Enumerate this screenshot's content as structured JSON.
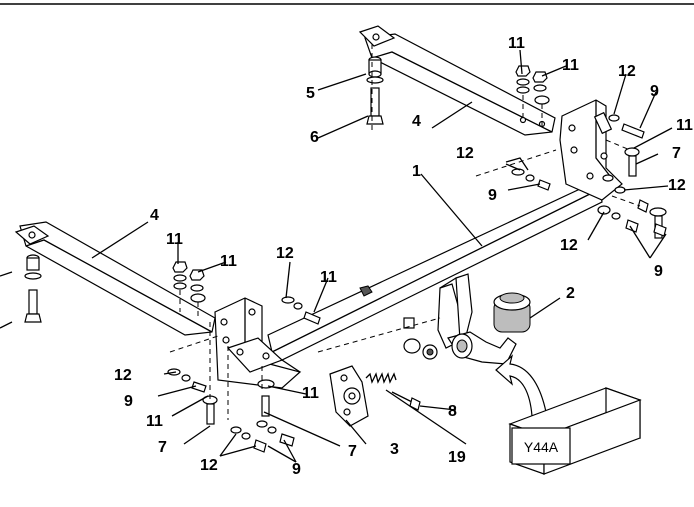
{
  "callouts": {
    "c1": "1",
    "c2": "2",
    "c3": "3",
    "c4a": "4",
    "c4b": "4",
    "c5": "5",
    "c6": "6",
    "c7a": "7",
    "c7b": "7",
    "c7c": "7",
    "c8": "8",
    "c9a": "9",
    "c9b": "9",
    "c9c": "9",
    "c9d": "9",
    "c9e": "9",
    "c11a": "11",
    "c11b": "11",
    "c11c": "11",
    "c11d": "11",
    "c11e": "11",
    "c11f": "11",
    "c11g": "11",
    "c11h": "11",
    "c12a": "12",
    "c12b": "12",
    "c12c": "12",
    "c12d": "12",
    "c12e": "12",
    "c12f": "12",
    "c12g": "12",
    "c19": "19"
  },
  "box_label": "Y44A"
}
